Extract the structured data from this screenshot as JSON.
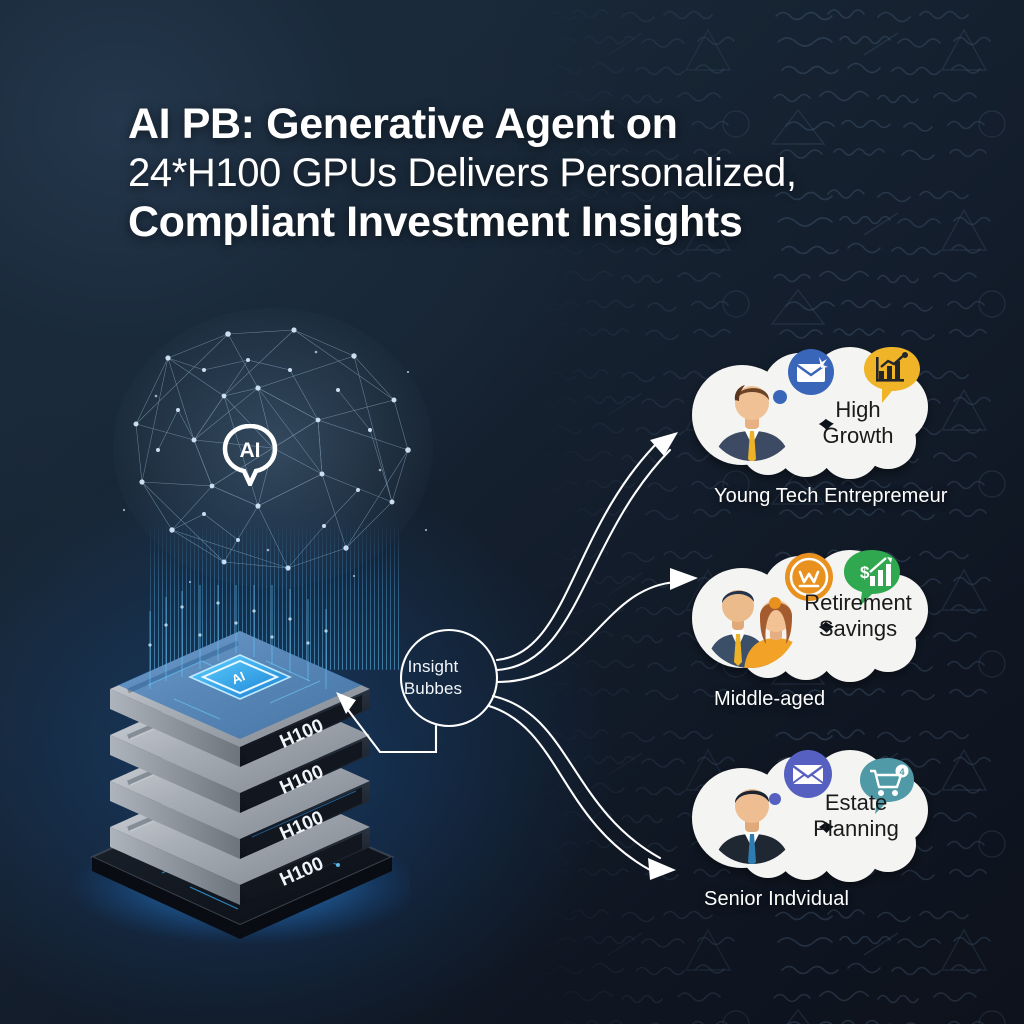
{
  "title": {
    "line1": "AI PB: Generative Agent on",
    "line2": "24*H100 GPUs Delivers Personalized,",
    "line3": "Compliant Investment Insights"
  },
  "ai_core": {
    "badge_label": "AI",
    "chip_label": "AI"
  },
  "server_stack": {
    "unit_label": "H100",
    "units": [
      "H100",
      "H100",
      "H100",
      "H100"
    ]
  },
  "hub": {
    "line1": "Insight",
    "line2": "Bubbes"
  },
  "personas": [
    {
      "id": "young-tech-entrepreneur",
      "label": "Young Tech Entrepremeur",
      "insight": "High Growth",
      "avatar": "single-man",
      "thought_icon": "envelope-icon",
      "thought_icon_color": "#3a66ba",
      "badge_icon": "bar-chart-up-icon",
      "badge_color": "#f0b429"
    },
    {
      "id": "middle-aged",
      "label": "Middle-aged",
      "insight": "Retirement\nSavings",
      "avatar": "couple",
      "thought_icon": "coin-icon",
      "thought_icon_color": "#e8911f",
      "badge_icon": "currency-chart-icon",
      "badge_color": "#2fa84f"
    },
    {
      "id": "senior-individual",
      "label": "Senior Indvidual",
      "insight": "Estate\nPlanning",
      "avatar": "senior-man",
      "thought_icon": "envelope-icon",
      "thought_icon_color": "#5560c0",
      "badge_icon": "shopping-cart-icon",
      "badge_color": "#4f9aa6"
    }
  ],
  "colors": {
    "background_top_left": "#24374c",
    "background_bottom_right": "#0d121c",
    "accent_glow": "#1e78dc",
    "arrow": "#ffffff",
    "text": "#ffffff",
    "bubble_fill": "#f4f4f2"
  }
}
